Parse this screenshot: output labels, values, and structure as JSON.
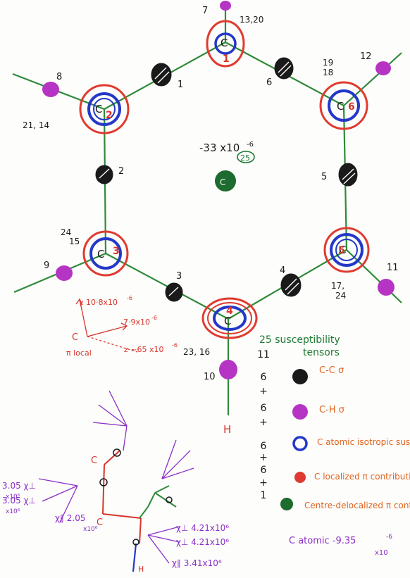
{
  "colors": {
    "bond_line": "#2f8a3a",
    "cc_sigma": "#1a1a1a",
    "ch_sigma": "#b634c4",
    "atomic": "#2438c8",
    "localized": "#e03a30",
    "delocal": "#1d6b2e",
    "label_orange": "#e0631f",
    "label_red": "#d8342c",
    "label_green": "#1f7a34",
    "text_dark": "#1a1a1a",
    "violet": "#8a2ec8"
  },
  "atoms": [
    {
      "number": "1",
      "group_label": "13,20",
      "h_label": "7"
    },
    {
      "number": "2",
      "group_label": "21, 14",
      "h_label": "8"
    },
    {
      "number": "3",
      "group_label_top": "24",
      "group_label_bottom": "15",
      "h_label": "9"
    },
    {
      "number": "4",
      "group_label": "23, 16",
      "h_label": "10"
    },
    {
      "number": "5",
      "group_label_top": "17,",
      "group_label_bottom": "24",
      "h_label": "11"
    },
    {
      "number": "6",
      "group_label_top": "19",
      "group_label_bottom": "18",
      "h_label": "12"
    }
  ],
  "atom_letter": "C",
  "hydrogen_letter": "H",
  "bond_numbers": [
    "1",
    "2",
    "3",
    "4",
    "5",
    "6"
  ],
  "center": {
    "value": "-33 x10",
    "exponent": "-6",
    "circled": "25"
  },
  "local_axes": {
    "y_label": "y 10·8x10",
    "y_exp": "-6",
    "x_label": "7·9x10",
    "x_exp": "-6",
    "z_label": "z ~65 x10",
    "z_exp": "-6",
    "origin_label": "C",
    "pi_label": "π local"
  },
  "sum": {
    "title_line1": "25 susceptibility",
    "title_line2": "tensors",
    "items": [
      "11",
      "6",
      "+",
      "6",
      "+",
      "6",
      "+",
      "6",
      "+",
      "1"
    ]
  },
  "legend": [
    {
      "text": "C-C σ"
    },
    {
      "text": "C-H σ"
    },
    {
      "text": "C atomic isotropic susceptibility"
    },
    {
      "text": "C localized π contribution"
    },
    {
      "text": "Centre-delocalized π contribution"
    }
  ],
  "atomic_note": {
    "text": "C atomic -9.35",
    "exp_line": "x10",
    "exp": "-6"
  },
  "tensor_sketch": {
    "chi_perp_1": "3.05 χ⊥",
    "chi_perp_1_sub": "x10⁶",
    "chi_perp_2": "3.05 χ⊥",
    "chi_perp_2_sub": "x10⁶",
    "chi_par": "χ∥ 2.05",
    "chi_par_sub": "x10⁶",
    "ch_perp": "χ⊥ 4.21x10⁶",
    "ch_perp2": "χ⊥ 4.21x10⁶",
    "ch_par": "χ∥ 3.41x10⁶",
    "c_upper": "C",
    "c_lower": "C",
    "h_lower": "H"
  }
}
